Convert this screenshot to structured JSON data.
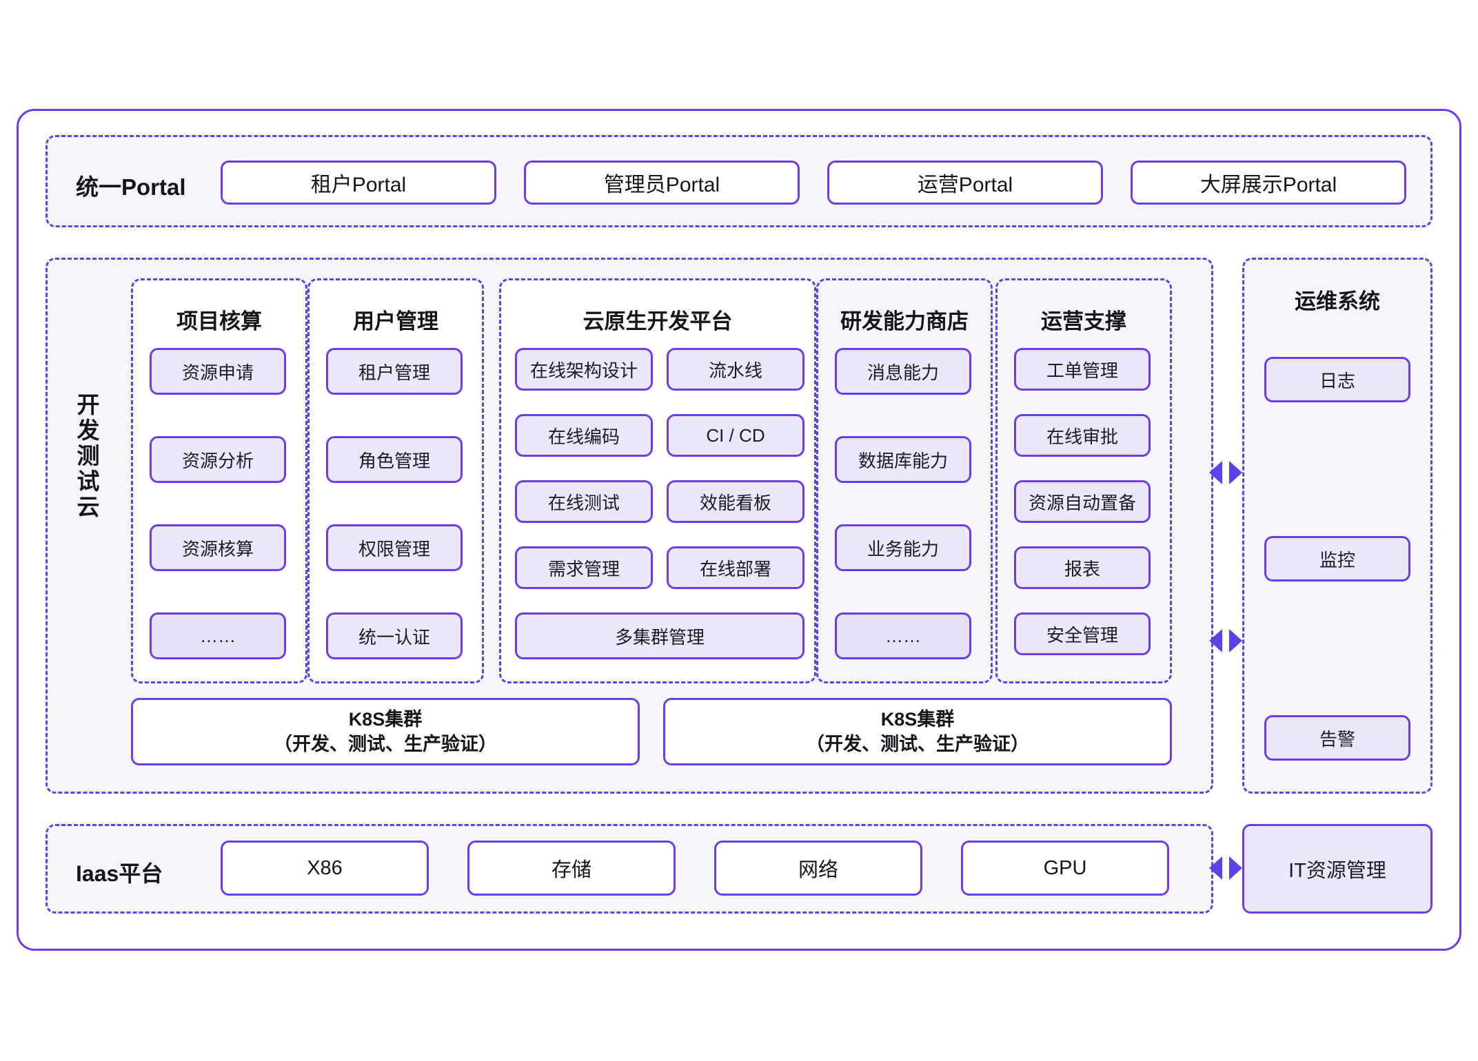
{
  "colors": {
    "accent": "#6c3ce9",
    "accent_dash": "#5b43e8",
    "pill_fill": "#eae7fb",
    "section_fill": "#f5f6fa",
    "page_bg": "#ffffff",
    "text": "#14141b"
  },
  "portal": {
    "label": "统一Portal",
    "buttons": [
      {
        "label": "租户Portal"
      },
      {
        "label": "管理员Portal"
      },
      {
        "label": "运营Portal"
      },
      {
        "label": "大屏展示Portal"
      }
    ]
  },
  "dev_cloud": {
    "label": "开发测试云",
    "columns": [
      {
        "title": "项目核算",
        "items": [
          "资源申请",
          "资源分析",
          "资源核算",
          "……"
        ]
      },
      {
        "title": "用户管理",
        "items": [
          "租户管理",
          "角色管理",
          "权限管理",
          "统一认证"
        ]
      },
      {
        "title": "云原生开发平台",
        "items": [
          "在线架构设计",
          "流水线",
          "在线编码",
          "CI / CD",
          "在线测试",
          "效能看板",
          "需求管理",
          "在线部署"
        ],
        "wide_item": "多集群管理"
      },
      {
        "title": "研发能力商店",
        "items": [
          "消息能力",
          "数据库能力",
          "业务能力",
          "……"
        ]
      },
      {
        "title": "运营支撑",
        "items": [
          "工单管理",
          "在线审批",
          "资源自动置备",
          "报表",
          "安全管理"
        ]
      }
    ],
    "clusters": [
      {
        "line1": "K8S集群",
        "line2": "（开发、测试、生产验证）"
      },
      {
        "line1": "K8S集群",
        "line2": "（开发、测试、生产验证）"
      }
    ]
  },
  "ops_system": {
    "title": "运维系统",
    "items": [
      "日志",
      "监控",
      "告警"
    ]
  },
  "iaas": {
    "label": "Iaas平台",
    "items": [
      "X86",
      "存储",
      "网络",
      "GPU"
    ],
    "resource_mgmt": "IT资源管理"
  },
  "connectors": [
    {
      "name": "ops-connector-upper",
      "kind": "bidirectional-arrow"
    },
    {
      "name": "ops-connector-lower",
      "kind": "bidirectional-arrow"
    },
    {
      "name": "iaas-connector",
      "kind": "bidirectional-arrow"
    }
  ]
}
